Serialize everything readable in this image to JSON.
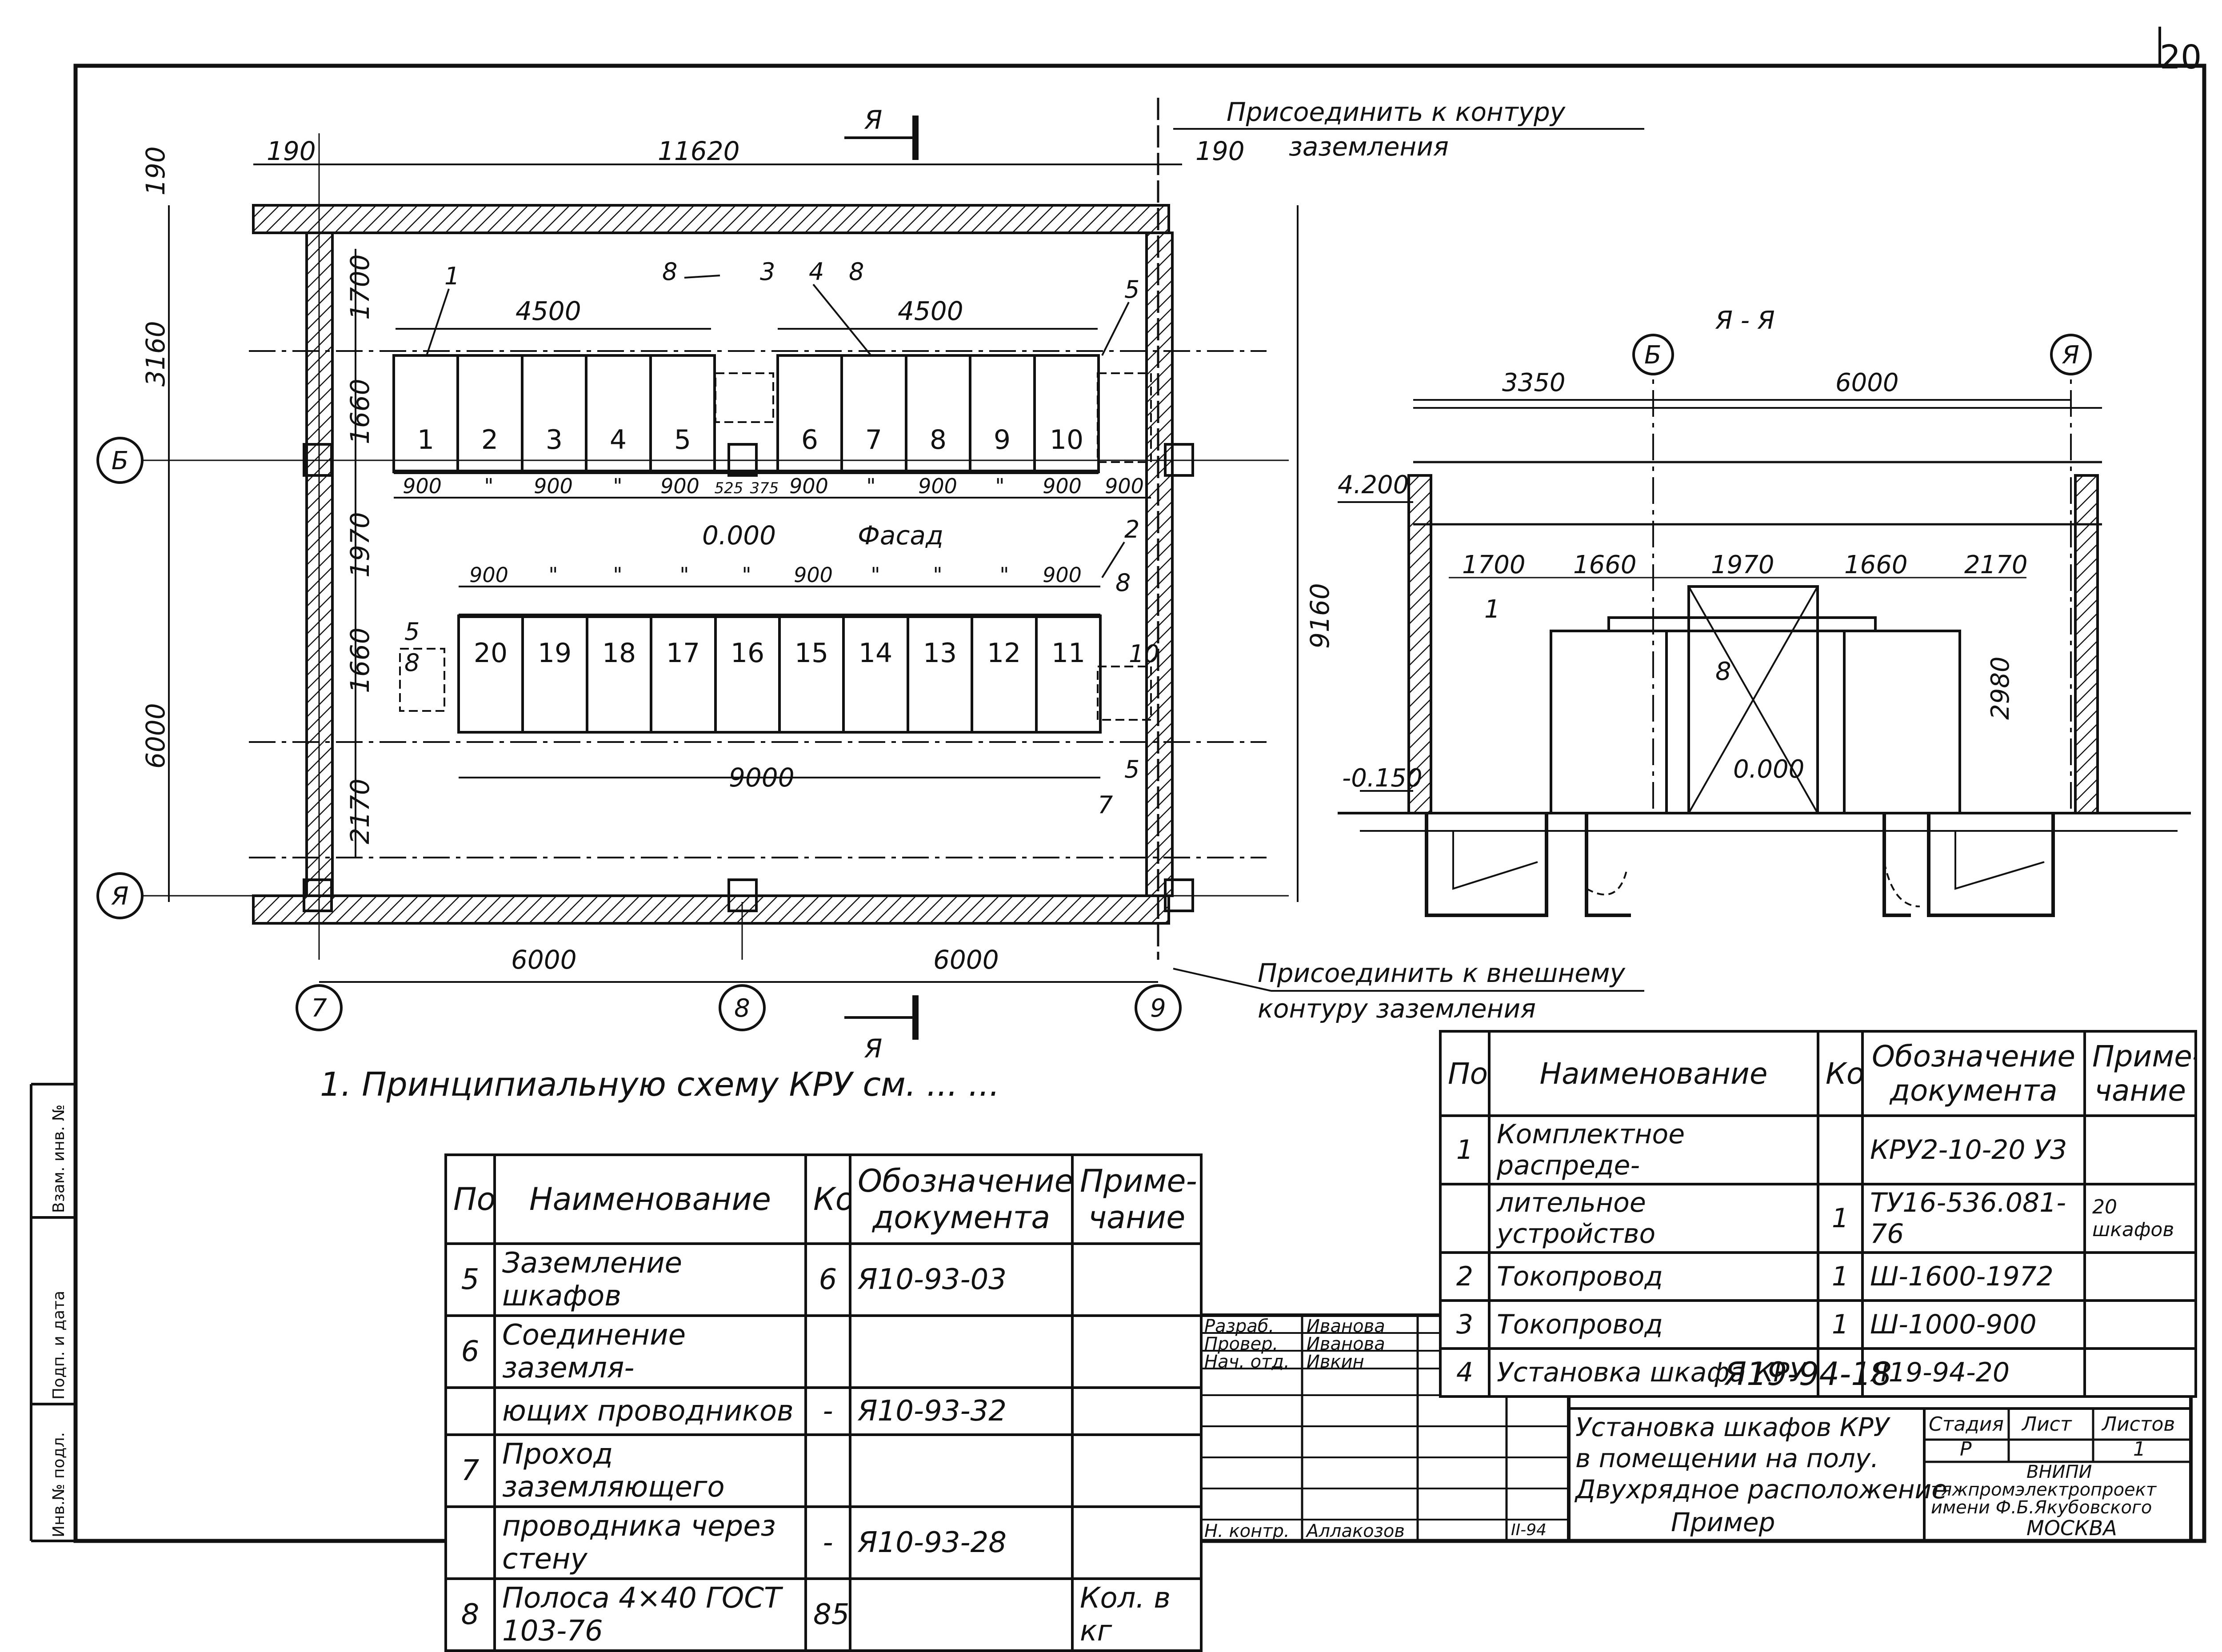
{
  "sheet_number": "20",
  "side_stamp": [
    "Инв.№ подл.",
    "Подп. и дата",
    "Взам. инв. №"
  ],
  "plan": {
    "section_mark": "Я",
    "top_note": [
      "Присоединить к контуру",
      "заземления"
    ],
    "bottom_note": [
      "Присоединить к внешнему",
      "контуру заземления"
    ],
    "dims_top": [
      "190",
      "11620",
      "190"
    ],
    "dims_left": [
      "190",
      "3160",
      "6000"
    ],
    "dims_inner_left": [
      "1700",
      "1660",
      "1970",
      "1660",
      "2170"
    ],
    "dim_right": "9160",
    "dims_bottom": [
      "6000",
      "6000"
    ],
    "dim_row1_left": "4500",
    "dim_row1_right": "4500",
    "dim_row2": "9000",
    "dims_row1_widths": [
      "900",
      "\"",
      "900",
      "\"",
      "900",
      "525",
      "375",
      "900",
      "\"",
      "900",
      "\"",
      "900",
      "900"
    ],
    "dims_row2_widths": [
      "900",
      "\"",
      "\"",
      "\"",
      "\"",
      "900",
      "\"",
      "\"",
      "\"",
      "900"
    ],
    "level": "0.000",
    "facade": "Фасад",
    "row1_cells": [
      "1",
      "2",
      "3",
      "4",
      "5",
      "6",
      "7",
      "8",
      "9",
      "10"
    ],
    "row2_cells": [
      "20",
      "19",
      "18",
      "17",
      "16",
      "15",
      "14",
      "13",
      "12",
      "11"
    ],
    "callouts": [
      "1",
      "8",
      "3",
      "4",
      "8",
      "5",
      "2",
      "8",
      "10",
      "5",
      "7",
      "5",
      "8"
    ],
    "axes_rows": [
      "Б",
      "Я"
    ],
    "axes_cols": [
      "7",
      "8",
      "9"
    ]
  },
  "section": {
    "title": "Я - Я",
    "axes": [
      "Б",
      "Я"
    ],
    "dims_top": [
      "3350",
      "6000"
    ],
    "level_top": "4.200",
    "level_bottom": "-0.150",
    "level_zero": "0.000",
    "dims_inner": [
      "1700",
      "1660",
      "1970",
      "1660",
      "2170"
    ],
    "height": "2980",
    "callouts": [
      "1",
      "8"
    ]
  },
  "note": "1. Принципиальную схему КРУ см. ... ...",
  "table_right": {
    "headers": [
      "Поз.",
      "Наименование",
      "Кол.",
      "Обозначение документа",
      "Приме-чание"
    ],
    "rows": [
      {
        "pos": "1",
        "name": "Комплектное распреде-",
        "qty": "",
        "doc": "КРУ2-10-20 У3",
        "note": ""
      },
      {
        "pos": "",
        "name": "лительное устройство",
        "qty": "1",
        "doc": "ТУ16-536.081-76",
        "note": "20 шкафов"
      },
      {
        "pos": "2",
        "name": "Токопровод",
        "qty": "1",
        "doc": "Ш-1600-1972",
        "note": ""
      },
      {
        "pos": "3",
        "name": "Токопровод",
        "qty": "1",
        "doc": "Ш-1000-900",
        "note": ""
      },
      {
        "pos": "4",
        "name": "Установка шкафа КРУ",
        "qty": "",
        "doc": "Я19-94-20",
        "note": ""
      }
    ]
  },
  "table_left": {
    "headers": [
      "Поз.",
      "Наименование",
      "Кол.",
      "Обозначение документа",
      "Приме-чание"
    ],
    "rows": [
      {
        "pos": "5",
        "name": "Заземление шкафов",
        "qty": "6",
        "doc": "Я10-93-03",
        "note": ""
      },
      {
        "pos": "6",
        "name": "Соединение заземля-",
        "qty": "",
        "doc": "",
        "note": ""
      },
      {
        "pos": "",
        "name": "ющих проводников",
        "qty": "-",
        "doc": "Я10-93-32",
        "note": ""
      },
      {
        "pos": "7",
        "name": "Проход заземляющего",
        "qty": "",
        "doc": "",
        "note": ""
      },
      {
        "pos": "",
        "name": "проводника через стену",
        "qty": "-",
        "doc": "Я10-93-28",
        "note": ""
      },
      {
        "pos": "8",
        "name": "Полоса 4×40 ГОСТ 103-76",
        "qty": "85",
        "doc": "",
        "note": "Кол. в кг"
      }
    ]
  },
  "title_block": {
    "roles": [
      "Разраб.",
      "Провер.",
      "Нач. отд.",
      "Н. контр."
    ],
    "names": [
      "Иванова",
      "Иванова",
      "Ивкин",
      "Аллакозов"
    ],
    "date": "II-94",
    "code": "Я19-94-18",
    "title": [
      "Установка шкафов КРУ",
      "в помещении на полу.",
      "Двухрядное расположение",
      "Пример"
    ],
    "stage_label": "Стадия",
    "sheet_label": "Лист",
    "sheets_label": "Листов",
    "stage": "Р",
    "sheet": "",
    "sheets": "1",
    "org": [
      "ВНИПИ",
      "тяжпромэлектропроект",
      "имени Ф.Б.Якубовского",
      "МОСКВА"
    ]
  }
}
